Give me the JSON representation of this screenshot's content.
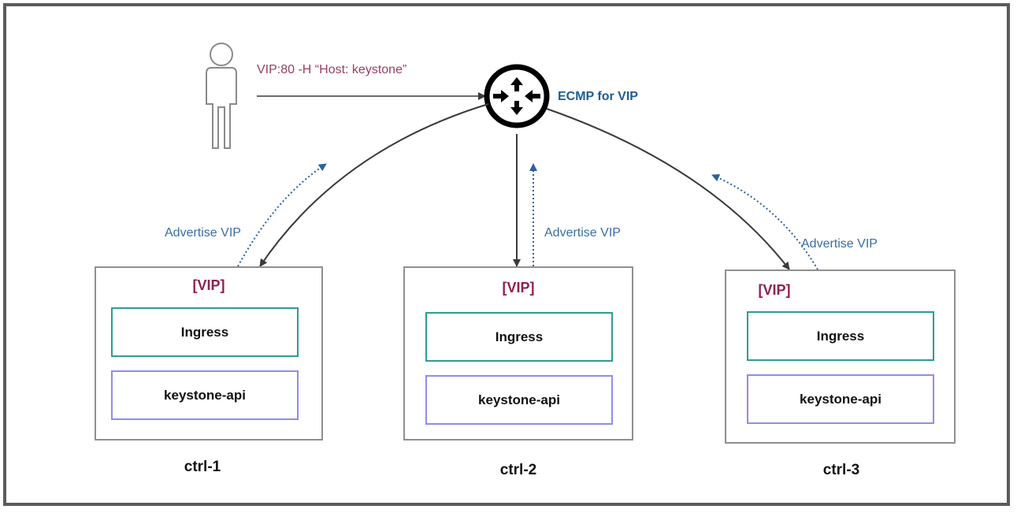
{
  "request_label": "VIP:80 -H “Host: keystone”",
  "router_label": "ECMP for VIP",
  "advertise_label": "Advertise VIP",
  "icons": [
    "user-icon",
    "router-icon"
  ],
  "colors": {
    "request_text": "#9a3f63",
    "router_text": "#1d5e93",
    "advertise_text": "#3a6ea5",
    "vip_text": "#8e2051",
    "ingress_border": "#2e9c93",
    "keystone_border": "#8f8ee6"
  },
  "controllers": [
    {
      "name": "ctrl-1",
      "vip": "[VIP]",
      "ingress": "Ingress",
      "service": "keystone-api"
    },
    {
      "name": "ctrl-2",
      "vip": "[VIP]",
      "ingress": "Ingress",
      "service": "keystone-api"
    },
    {
      "name": "ctrl-3",
      "vip": "[VIP]",
      "ingress": "Ingress",
      "service": "keystone-api"
    }
  ]
}
